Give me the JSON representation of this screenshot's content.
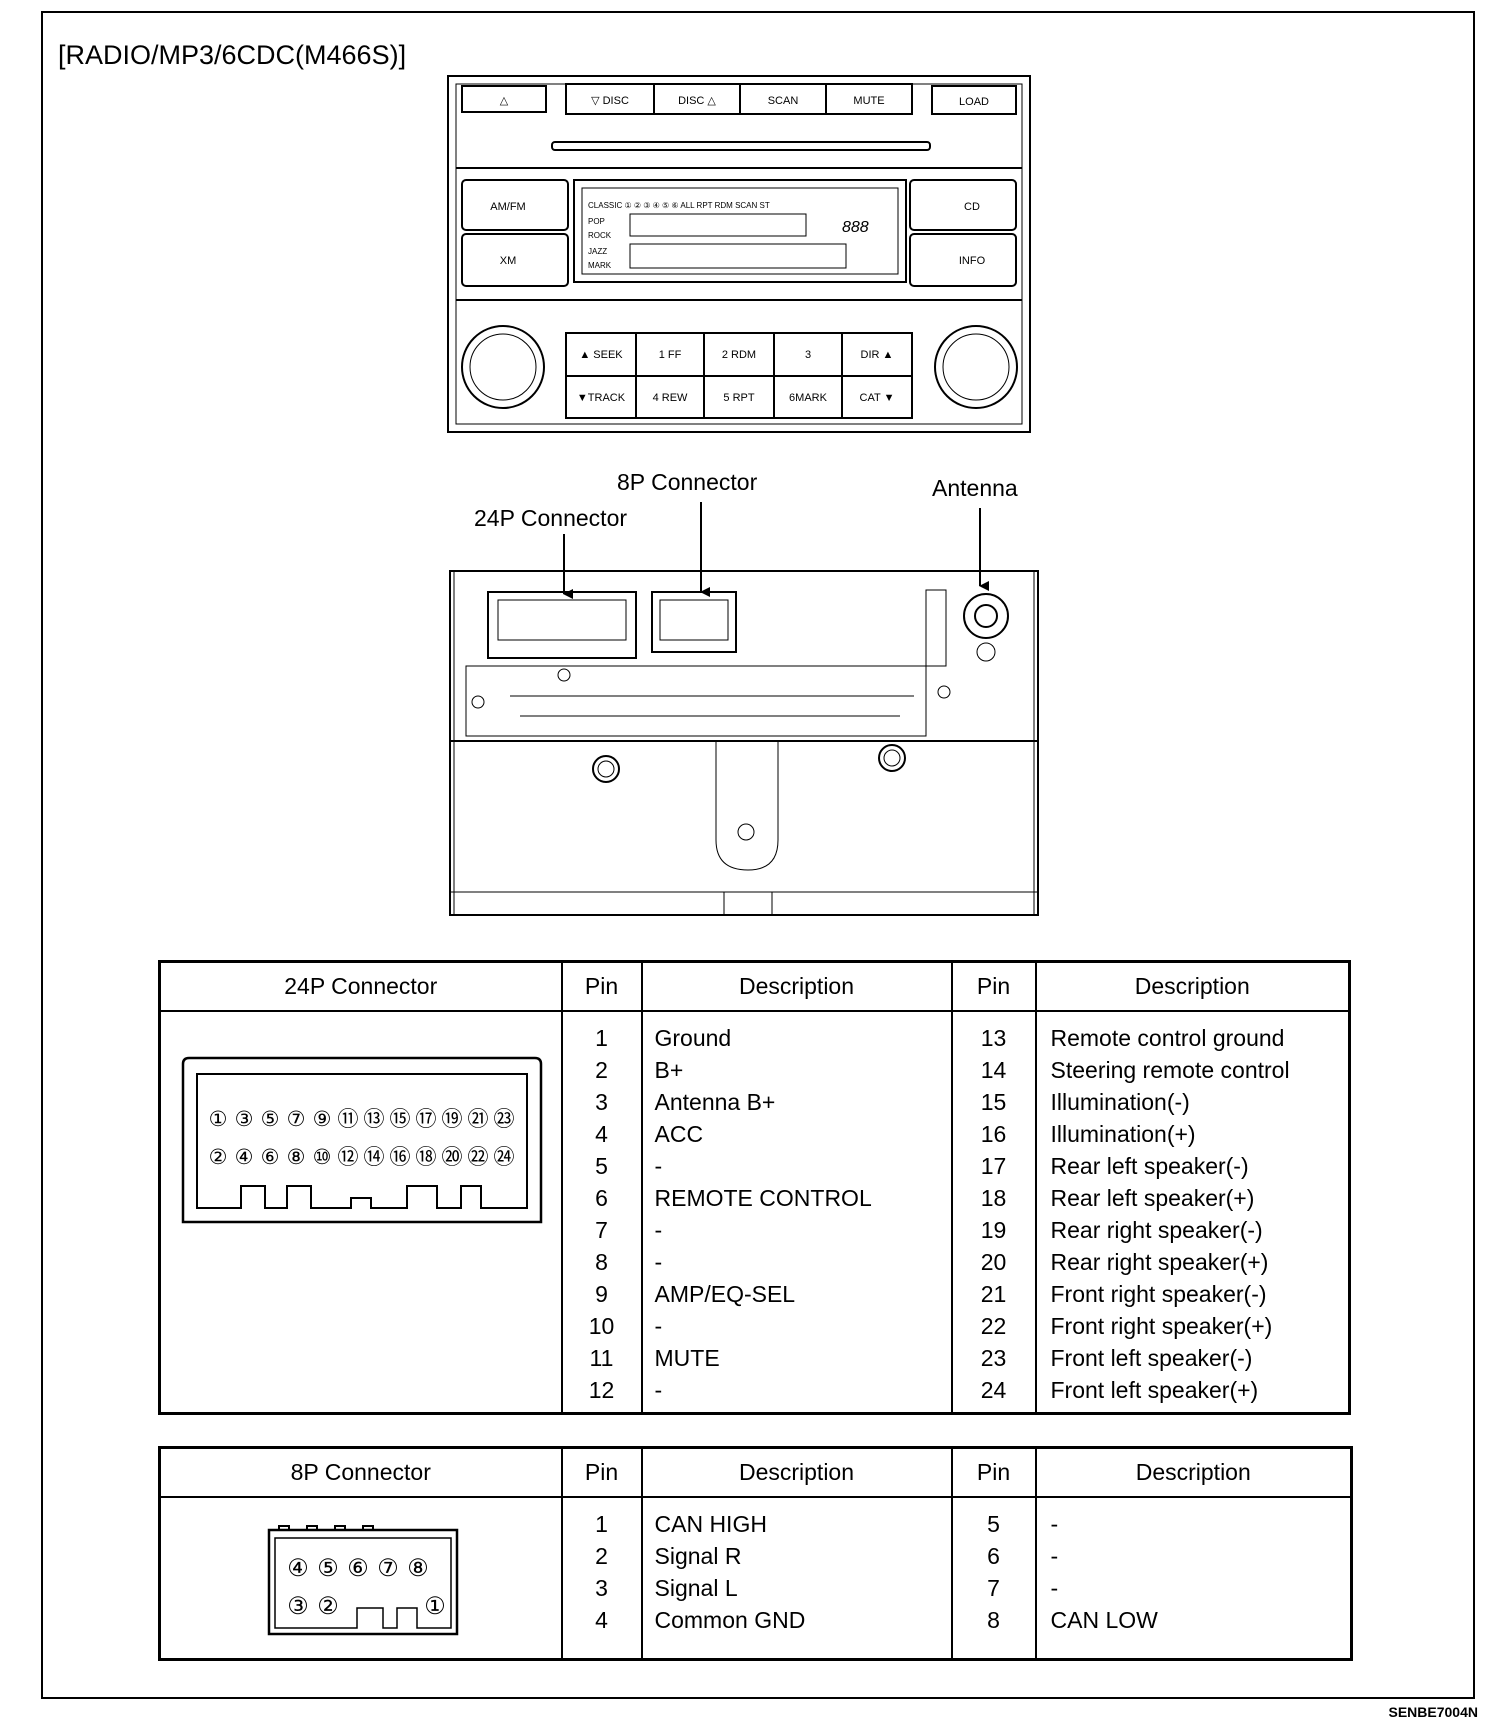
{
  "title": "[RADIO/MP3/6CDC(M466S)]",
  "figure_code": "SENBE7004N",
  "head_unit": {
    "top_buttons": [
      "▽ DISC",
      "DISC △",
      "SCAN",
      "MUTE"
    ],
    "eject_label": "△",
    "load_label": "LOAD",
    "left_buttons": [
      "AM/FM",
      "XM"
    ],
    "right_buttons": [
      "CD",
      "INFO"
    ],
    "display_top": "CLASSIC ① ② ③ ④ ⑤ ⑥ ALL RPT RDM SCAN ST",
    "display_modes": [
      "POP",
      "ROCK",
      "JAZZ",
      "MARK"
    ],
    "display_digits": "888",
    "preset_row1": [
      "▲ SEEK",
      "1 FF",
      "2 RDM",
      "3",
      "DIR ▲"
    ],
    "preset_row2": [
      "▼TRACK",
      "4 REW",
      "5 RPT",
      "6MARK",
      "CAT ▼"
    ]
  },
  "callouts": {
    "p8": "8P Connector",
    "p24": "24P Connector",
    "antenna": "Antenna"
  },
  "table24": {
    "headers": [
      "24P Connector",
      "Pin",
      "Description",
      "Pin",
      "Description"
    ],
    "pins_left": [
      "1",
      "2",
      "3",
      "4",
      "5",
      "6",
      "7",
      "8",
      "9",
      "10",
      "11",
      "12"
    ],
    "desc_left": [
      "Ground",
      "B+",
      "Antenna B+",
      "ACC",
      "-",
      "REMOTE CONTROL",
      "-",
      "-",
      "AMP/EQ-SEL",
      "-",
      "MUTE",
      "-"
    ],
    "pins_right": [
      "13",
      "14",
      "15",
      "16",
      "17",
      "18",
      "19",
      "20",
      "21",
      "22",
      "23",
      "24"
    ],
    "desc_right": [
      "Remote control ground",
      "Steering remote control",
      "Illumination(-)",
      "Illumination(+)",
      "Rear left speaker(-)",
      "Rear left speaker(+)",
      "Rear right speaker(-)",
      "Rear right speaker(+)",
      "Front right speaker(-)",
      "Front right speaker(+)",
      "Front left speaker(-)",
      "Front left speaker(+)"
    ],
    "face_top": [
      "①",
      "③",
      "⑤",
      "⑦",
      "⑨",
      "⑪",
      "⑬",
      "⑮",
      "⑰",
      "⑲",
      "㉑",
      "㉓"
    ],
    "face_bottom": [
      "②",
      "④",
      "⑥",
      "⑧",
      "⑩",
      "⑫",
      "⑭",
      "⑯",
      "⑱",
      "⑳",
      "㉒",
      "㉔"
    ]
  },
  "table8": {
    "headers": [
      "8P Connector",
      "Pin",
      "Description",
      "Pin",
      "Description"
    ],
    "pins_left": [
      "1",
      "2",
      "3",
      "4"
    ],
    "desc_left": [
      "CAN HIGH",
      "Signal R",
      "Signal L",
      "Common GND"
    ],
    "pins_right": [
      "5",
      "6",
      "7",
      "8"
    ],
    "desc_right": [
      "-",
      "-",
      "-",
      "CAN LOW"
    ],
    "face_top": [
      "④",
      "⑤",
      "⑥",
      "⑦",
      "⑧"
    ],
    "face_bottom": [
      "③",
      "②",
      "①"
    ]
  }
}
